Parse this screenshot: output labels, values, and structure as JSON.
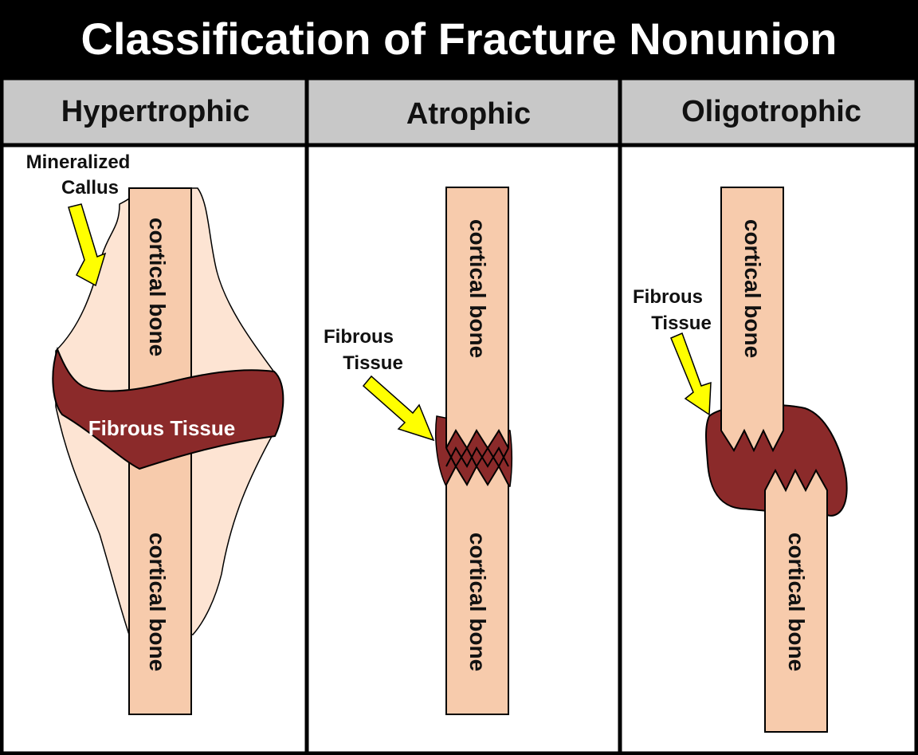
{
  "title": "Classification of Fracture Nonunion",
  "colors": {
    "header_bg": "#000000",
    "header_text": "#ffffff",
    "column_header_bg": "#c8c8c8",
    "bone_fill": "#f7cbac",
    "callus_fill": "#fde4d3",
    "fibrous_fill": "#8b2a2a",
    "arrow_fill": "#ffff00",
    "outline": "#000000"
  },
  "panels": [
    {
      "heading": "Hypertrophic",
      "bone_upper_label": "cortical bone",
      "bone_lower_label": "cortical bone",
      "callus_label_line1": "Mineralized",
      "callus_label_line2": "Callus",
      "fibrous_label": "Fibrous Tissue"
    },
    {
      "heading": "Atrophic",
      "bone_upper_label": "cortical bone",
      "bone_lower_label": "cortical bone",
      "fibrous_label_line1": "Fibrous",
      "fibrous_label_line2": "Tissue"
    },
    {
      "heading": "Oligotrophic",
      "bone_upper_label": "cortical bone",
      "bone_lower_label": "cortical bone",
      "fibrous_label_line1": "Fibrous",
      "fibrous_label_line2": "Tissue"
    }
  ]
}
